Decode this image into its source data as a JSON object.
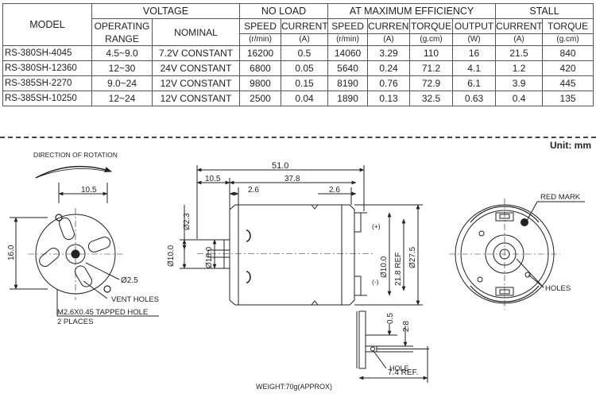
{
  "table": {
    "headers": {
      "model": "MODEL",
      "voltage": "VOLTAGE",
      "no_load": "NO LOAD",
      "max_eff": "AT MAXIMUM EFFICIENCY",
      "stall": "STALL",
      "operating_range_1": "OPERATING",
      "operating_range_2": "RANGE",
      "nominal": "NOMINAL",
      "speed": "SPEED",
      "current": "CURRENT",
      "torque": "TORQUE",
      "output": "OUTPUT",
      "unit_rmin": "(r/min)",
      "unit_a": "(A)",
      "unit_gcm": "(g.cm)",
      "unit_w": "(W)"
    },
    "rows": [
      {
        "model": "RS-380SH-4045",
        "range": "4.5~9.0",
        "nominal": "7.2V CONSTANT",
        "nl_speed": "16200",
        "nl_current": "0.5",
        "me_speed": "14060",
        "me_current": "3.29",
        "me_torque": "110",
        "me_output": "16",
        "st_current": "21.5",
        "st_torque": "840"
      },
      {
        "model": "RS-380SH-12360",
        "range": "12~30",
        "nominal": "24V CONSTANT",
        "nl_speed": "6800",
        "nl_current": "0.05",
        "me_speed": "5640",
        "me_current": "0.24",
        "me_torque": "71.2",
        "me_output": "4.1",
        "st_current": "1.2",
        "st_torque": "420"
      },
      {
        "model": "RS-385SH-2270",
        "range": "9.0~24",
        "nominal": "12V CONSTANT",
        "nl_speed": "9800",
        "nl_current": "0.15",
        "me_speed": "8190",
        "me_current": "0.76",
        "me_torque": "72.9",
        "me_output": "6.1",
        "st_current": "3.9",
        "st_torque": "445"
      },
      {
        "model": "RS-385SH-10250",
        "range": "12~24",
        "nominal": "12V CONSTANT",
        "nl_speed": "2500",
        "nl_current": "0.04",
        "me_speed": "1890",
        "me_current": "0.13",
        "me_torque": "32.5",
        "me_output": "0.63",
        "st_current": "0.4",
        "st_torque": "135"
      }
    ]
  },
  "drawing": {
    "unit": "Unit: mm",
    "direction": "DIRECTION OF ROTATION",
    "dim_10_5": "10.5",
    "dim_16": "16.0",
    "dim_phi2_5": "Ø2.5",
    "vent_holes": "VENT HOLES",
    "tapped_1": "M2.6X0.45  TAPPED HOLE",
    "tapped_2": "2 PLACES",
    "dim_51": "51.0",
    "dim_37_8": "37.8",
    "dim_2_6_a": "2.6",
    "dim_2_6_b": "2.6",
    "dim_phi2_3": "Ø2.3",
    "dim_phi10_a": "Ø10.0",
    "dim_phi10_b": "Ø10.0",
    "dim_21_8": "21.8  REF",
    "dim_phi27_5": "Ø27.5",
    "plus": "(+)",
    "minus": "(-)",
    "dim_0_5": "0.5",
    "dim_2_8": "2.8",
    "hole": "HOLE",
    "dim_7_4": "7.4  REF.",
    "red_mark": "RED MARK",
    "holes": "HOLES",
    "weight": "WEIGHT:70g(APPROX)"
  }
}
